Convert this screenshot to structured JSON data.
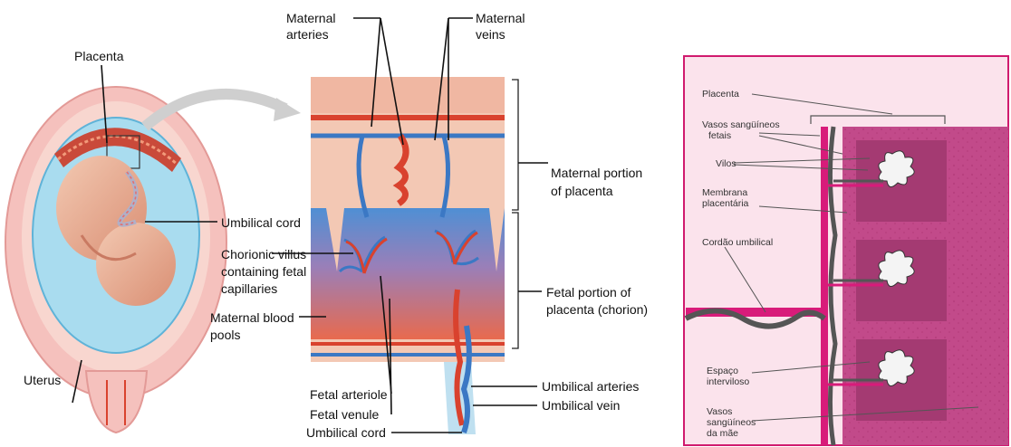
{
  "left_diagram": {
    "labels": {
      "placenta": "Placenta",
      "maternal_arteries_1": "Maternal",
      "maternal_arteries_2": "arteries",
      "maternal_veins_1": "Maternal",
      "maternal_veins_2": "veins",
      "maternal_portion_1": "Maternal portion",
      "maternal_portion_2": "of placenta",
      "umbilical_cord_left": "Umbilical cord",
      "chorionic_1": "Chorionic villus",
      "chorionic_2": "containing fetal",
      "chorionic_3": "capillaries",
      "maternal_pools_1": "Maternal blood",
      "maternal_pools_2": "pools",
      "uterus": "Uterus",
      "fetal_portion_1": "Fetal portion of",
      "fetal_portion_2": "placenta (chorion)",
      "fetal_arteriole": "Fetal arteriole",
      "fetal_venule": "Fetal venule",
      "umbilical_cord_bottom": "Umbilical cord",
      "umbilical_arteries": "Umbilical arteries",
      "umbilical_vein": "Umbilical vein"
    }
  },
  "right_diagram": {
    "labels": {
      "placenta": "Placenta",
      "vasos_fetais_1": "Vasos sangüíneos",
      "vasos_fetais_2": "fetais",
      "vilos": "Vilos",
      "membrana_1": "Membrana",
      "membrana_2": "placentária",
      "cordao": "Cordão umbilical",
      "espaco_1": "Espaço",
      "espaco_2": "interviloso",
      "vasos_mae_1": "Vasos",
      "vasos_mae_2": "sangüíneos",
      "vasos_mae_3": "da mãe"
    }
  },
  "colors": {
    "uterus": "#f4b7b5",
    "amniotic": "#7ec8e3",
    "maternal_tissue": "#f2c4b0",
    "artery": "#d9422e",
    "vein": "#3b78c4",
    "chorion_blue": "#5b9bd8",
    "blood_pool": "#e8735a",
    "right_bg": "#f4bfd6",
    "right_vessel": "#d81b7a"
  }
}
